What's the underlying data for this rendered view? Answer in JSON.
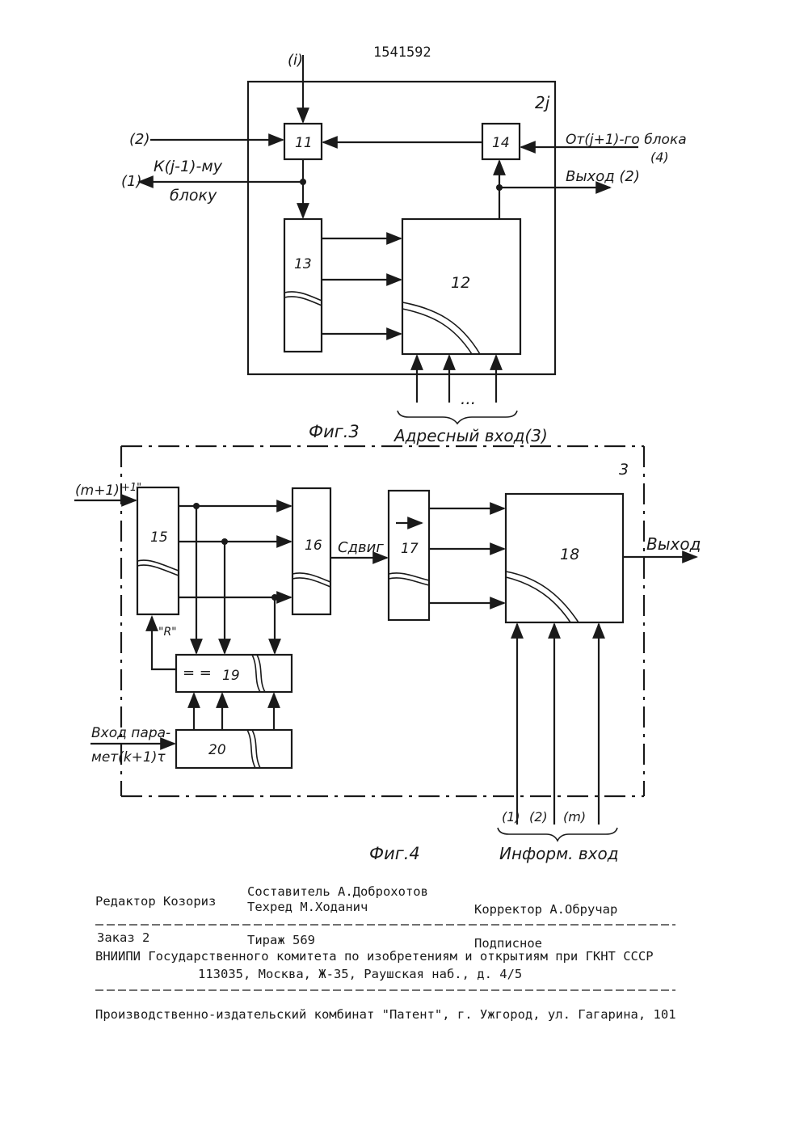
{
  "patent_number": "1541592",
  "fig3": {
    "caption": "Фиг.3",
    "block_label": "2j",
    "inputs": {
      "top": "(i)",
      "left2": "(2)",
      "left1": "(1)",
      "right4": "(4)"
    },
    "to_prev_line1": "К(j-1)-му",
    "to_prev_line2": "блоку",
    "from_next": "От(j+1)-го блока",
    "output": "Выход (2)",
    "address_input": "Адресный вход(3)",
    "dots": "...",
    "blocks": [
      "11",
      "12",
      "13",
      "14"
    ]
  },
  "fig4": {
    "caption": "Фиг.4",
    "block_label": "3",
    "input_m1": "(m+1)",
    "plus1": "+1\"",
    "reset": "\"R\"",
    "shift": "Сдвиг",
    "output": "Выход",
    "param_line1": "Вход пара-",
    "param_line2": "мет(k+1)τ",
    "eq": "= =",
    "info_inputs": [
      "(1)",
      "(2)",
      "(m)"
    ],
    "info_input_label": "Информ. вход",
    "blocks": [
      "15",
      "16",
      "17",
      "18",
      "19",
      "20"
    ]
  },
  "colophon": {
    "editor": "Редактор Козориз",
    "compiler": "Составитель А.Доброхотов",
    "techred": "Техред М.Ходанич",
    "corrector": "Корректор А.Обручар",
    "order": "Заказ 2",
    "circulation": "Тираж 569",
    "signed": "Подписное",
    "vniipi": "ВНИИПИ Государственного комитета по изобретениям и открытиям при ГКНТ СССР",
    "address": "113035, Москва, Ж-35, Раушская наб., д. 4/5",
    "production": "Производственно-издательский комбинат \"Патент\", г. Ужгород, ул. Гагарина, 101"
  }
}
